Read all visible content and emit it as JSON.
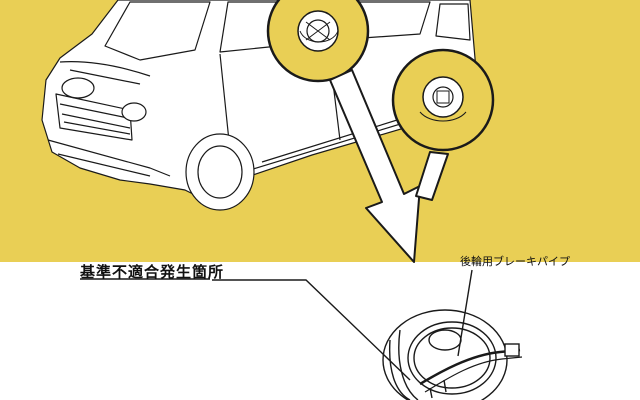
{
  "labels": {
    "defect_location": "基準不適合発生箇所",
    "rear_brake_pipe": "後輪用ブレーキパイプ"
  },
  "colors": {
    "upper_background": "#e9cf55",
    "lower_background": "#ffffff",
    "line": "#1a1a1a"
  },
  "icons": [
    "car-outline",
    "magnifier-circle",
    "down-arrow",
    "brake-drum"
  ]
}
